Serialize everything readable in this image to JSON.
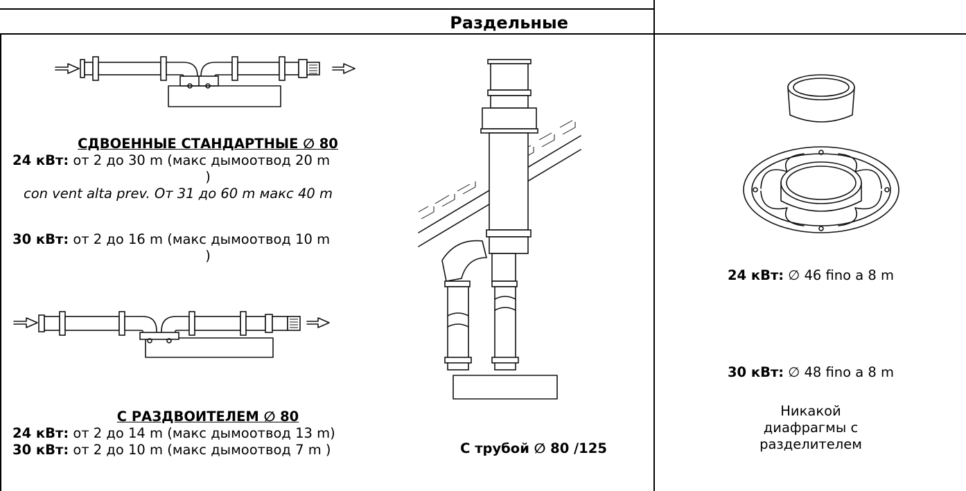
{
  "header": {
    "title": "Раздельные"
  },
  "col1": {
    "block1": {
      "title": "СДВОЕННЫЕ СТАНДАРТНЫЕ ∅ 80",
      "line1_label": "24 кВт:",
      "line1_text": " от 2 до 30 m (макс дымоотвод 20 m",
      "line1_wrap": ")",
      "line2_text": "con vent alta prev. От 31 до 60 m макс 40 m",
      "line3_label": "30 кВт:",
      "line3_text": " от 2 до 16 m (макс дымоотвод 10 m",
      "line3_wrap": ")"
    },
    "block2": {
      "title": "С РАЗДВОИТЕЛЕМ ∅ 80",
      "line1_label": "24 кВт:",
      "line1_text": " от 2 до 14 m (макс дымоотвод 13 m)",
      "line2_label": "30 кВт:",
      "line2_text": " от 2 до 10 m (макс дымоотвод 7 m )"
    }
  },
  "col2": {
    "caption": "С трубой ∅ 80 /125"
  },
  "col3": {
    "line1_label": "24 кВт:",
    "line1_text": " ∅ 46 fino a 8 m",
    "line2_label": "30 кВт:",
    "line2_text": " ∅ 48 fino a 8 m",
    "note": "Никакой диафрагмы с разделителем"
  }
}
